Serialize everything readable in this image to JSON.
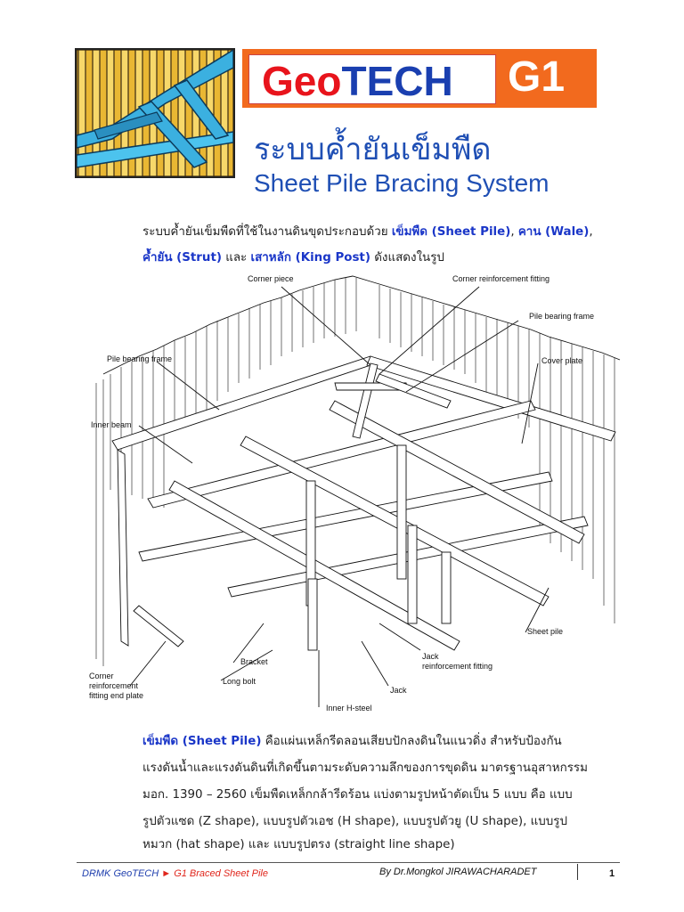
{
  "header": {
    "brand_geo": "Geo",
    "brand_tech": "TECH",
    "brand_code": "G1",
    "title_thai": "ระบบค้ำยันเข็มพืด",
    "title_en": "Sheet Pile Bracing System"
  },
  "intro": {
    "line1_a": "ระบบค้ำยันเข็มพืดที่ใช้ในงานดินขุดประกอบด้วย ",
    "line1_h1": "เข็มพืด (Sheet Pile)",
    "line1_b": ", ",
    "line1_h2": "คาน (Wale)",
    "line1_c": ",",
    "line2_h1": "ค้ำยัน (Strut)",
    "line2_a": " และ ",
    "line2_h2": "เสาหลัก (King Post)",
    "line2_b": " ดังแสดงในรูป"
  },
  "diagram_labels": {
    "corner_piece": "Corner piece",
    "corner_reinf": "Corner reinforcement fitting",
    "pile_frame_right": "Pile bearing frame",
    "pile_frame_left": "Pile bearing frame",
    "cover_plate": "Cover plate",
    "inner_beam": "Inner beam",
    "sheet_pile": "Sheet pile",
    "bracket": "Bracket",
    "corner_end_1": "Corner",
    "corner_end_2": "reinforcement",
    "corner_end_3": "fitting end plate",
    "long_bolt": "Long bolt",
    "jack_reinf_1": "Jack",
    "jack_reinf_2": "reinforcement fitting",
    "jack": "Jack",
    "inner_hsteel": "Inner H-steel"
  },
  "body": {
    "p1_h": "เข็มพืด (Sheet Pile)",
    "p1_a": " คือแผ่นเหล็กรีดลอนเสียบปักลงดินในแนวดิ่ง สำหรับป้องกัน",
    "p2": "แรงดันน้ำและแรงดันดินที่เกิดขึ้นตามระดับความลึกของการขุดดิน มาตรฐานอุสาหกรรม",
    "p3": "มอก. 1390 – 2560 เข็มพืดเหล็กกล้ารีดร้อน แบ่งตามรูปหน้าตัดเป็น 5 แบบ คือ แบบ",
    "p4": "รูปตัวแซด (Z shape), แบบรูปตัวเอช (H shape), แบบรูปตัวยู (U shape), แบบรูป",
    "p5": "หมวก (hat shape) และ แบบรูปตรง (straight line shape)"
  },
  "footer": {
    "left_a": "DRMK GeoTECH ",
    "arrow": "►",
    "left_b": " G1 Braced Sheet Pile",
    "right": "By  Dr.Mongkol  JIRAWACHARADET",
    "page": "1"
  },
  "colors": {
    "brand_orange": "#f26a1e",
    "brand_red": "#e8141c",
    "brand_blue": "#1a3fb0",
    "title_blue": "#1f4fb4",
    "highlight_blue": "#1a36c8"
  }
}
